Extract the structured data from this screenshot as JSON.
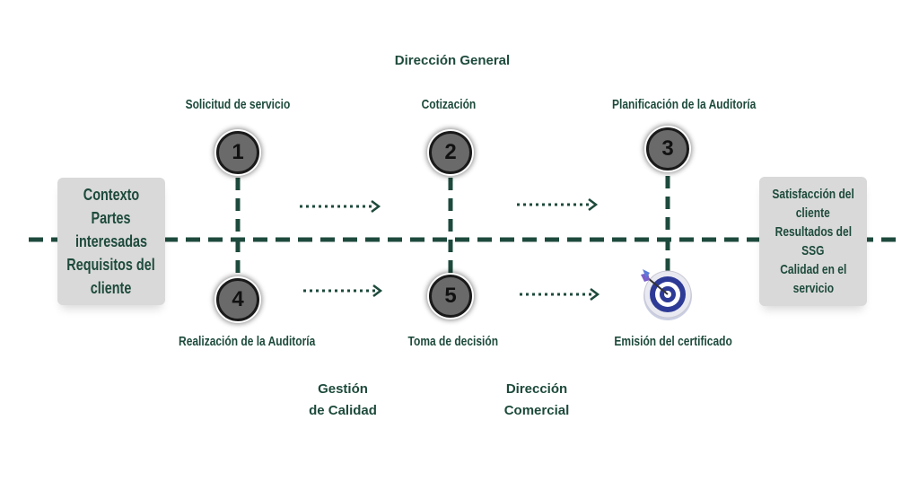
{
  "departments": {
    "top": "Dirección General",
    "bottom_left": [
      "Gestión",
      "de Calidad"
    ],
    "bottom_right": [
      "Dirección",
      "Comercial"
    ]
  },
  "left_box": [
    "Contexto",
    "Partes",
    "interesadas",
    "Requisitos del",
    "cliente"
  ],
  "right_box": [
    "Satisfacción del",
    "cliente",
    "Resultados del",
    "SSG",
    "Calidad en el",
    "servicio"
  ],
  "steps": [
    {
      "number": "1",
      "label": "Solicitud de servicio"
    },
    {
      "number": "2",
      "label": "Cotización"
    },
    {
      "number": "3",
      "label": "Planificación de la Auditoría"
    },
    {
      "number": "4",
      "label": "Realización de la Auditoría"
    },
    {
      "number": "5",
      "label": "Toma de decisión"
    }
  ],
  "final_step": {
    "label": "Emisión del certificado",
    "icon": "target-icon"
  },
  "colors": {
    "line": "#1d4a3c",
    "text": "#1d4a3c",
    "box": "#d9d9d9"
  }
}
